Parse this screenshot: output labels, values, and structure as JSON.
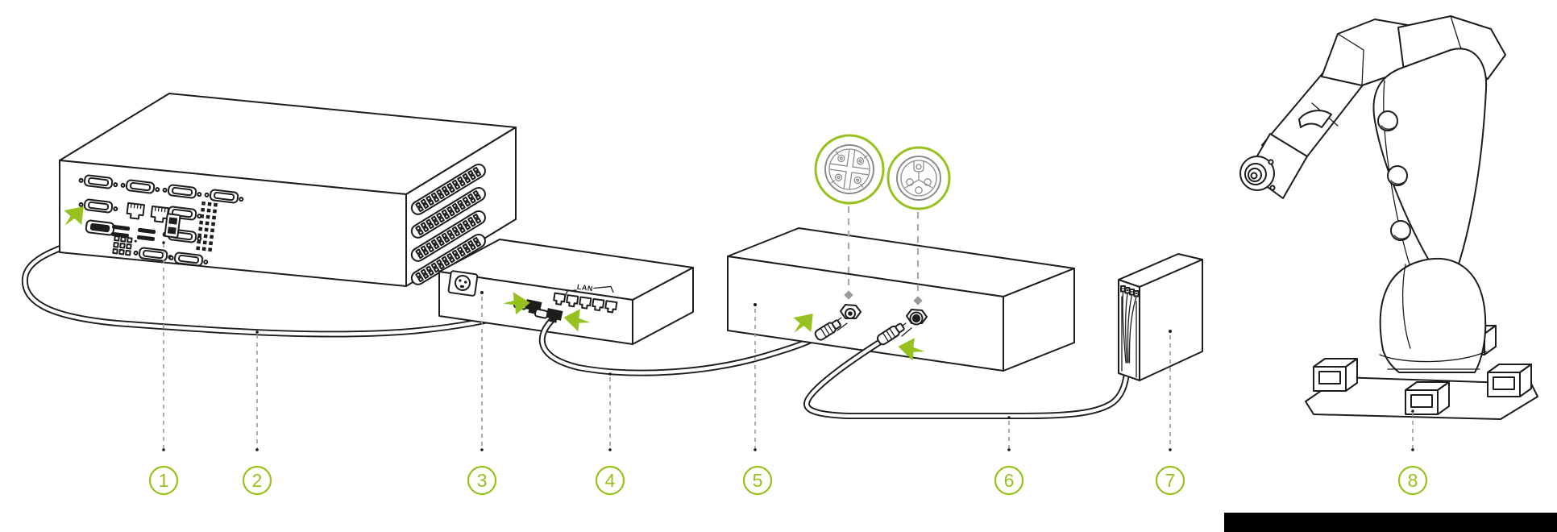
{
  "diagram": {
    "colors": {
      "accent": "#96C11E",
      "line": "#1D1D1B",
      "closeup_gray": "#8C8C8C",
      "leader_gray": "#9B9B9B",
      "black_bar": "#000000"
    },
    "switch": {
      "lan_label": "LAN"
    },
    "markers": [
      {
        "label": "1",
        "target": "pc-serial-connection"
      },
      {
        "label": "2",
        "target": "pc-to-switch-cable"
      },
      {
        "label": "3",
        "target": "ethernet-switch"
      },
      {
        "label": "4",
        "target": "switch-to-controller-cable"
      },
      {
        "label": "5",
        "target": "controller-box"
      },
      {
        "label": "6",
        "target": "controller-to-module-cable"
      },
      {
        "label": "7",
        "target": "terminal-module"
      },
      {
        "label": "8",
        "target": "robot-arm"
      }
    ]
  }
}
